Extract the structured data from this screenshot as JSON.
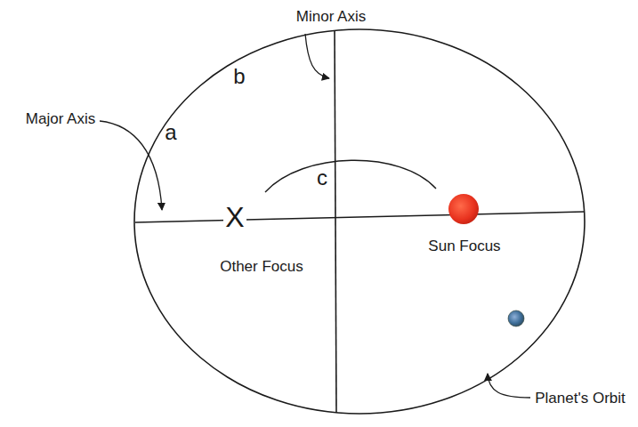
{
  "diagram": {
    "labels": [
      "Minor Axis",
      "b",
      "Major Axis",
      "a",
      "c",
      "X",
      "Other Focus",
      "Sun Focus",
      "Planet's Orbit"
    ]
  }
}
